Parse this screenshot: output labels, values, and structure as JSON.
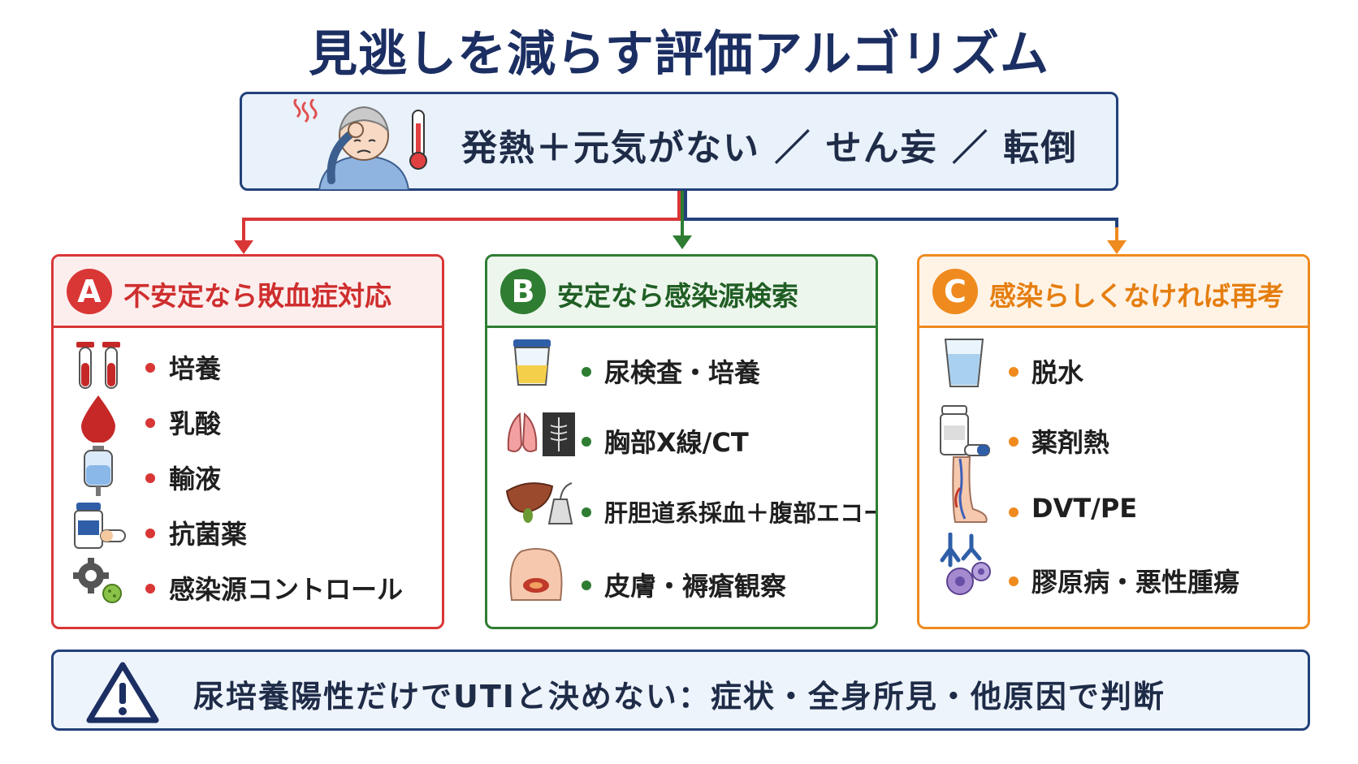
{
  "title": "見逃しを減らす評価アルゴリズム",
  "top": {
    "symptoms": "発熱＋元気がない ／ せん妄 ／ 転倒"
  },
  "cards": [
    {
      "badge": "A",
      "title": "不安定なら敗血症対応",
      "color": "#d93636",
      "items": [
        {
          "label": "培養",
          "icon": "blood-tubes-icon"
        },
        {
          "label": "乳酸",
          "icon": "blood-drop-icon"
        },
        {
          "label": "輸液",
          "icon": "iv-bag-icon"
        },
        {
          "label": "抗菌薬",
          "icon": "medicine-bottle-icon"
        },
        {
          "label": "感染源コントロール",
          "icon": "gear-bacteria-icon"
        }
      ]
    },
    {
      "badge": "B",
      "title": "安定なら感染源検索",
      "color": "#2e7d32",
      "items": [
        {
          "label": "尿検査・培養",
          "icon": "urine-cup-icon"
        },
        {
          "label": "胸部X線/CT",
          "icon": "lungs-xray-icon"
        },
        {
          "label": "肝胆道系採血＋腹部エコー",
          "icon": "liver-ultrasound-icon"
        },
        {
          "label": "皮膚・褥瘡観察",
          "icon": "skin-pressure-ulcer-icon"
        }
      ]
    },
    {
      "badge": "C",
      "title": "感染らしくなければ再考",
      "color": "#ef8a1e",
      "items": [
        {
          "label": "脱水",
          "icon": "water-glass-icon"
        },
        {
          "label": "薬剤熱",
          "icon": "pill-bottle-icon"
        },
        {
          "label": "DVT/PE",
          "icon": "leg-vein-icon"
        },
        {
          "label": "膠原病・悪性腫瘍",
          "icon": "antibody-cells-icon"
        }
      ]
    }
  ],
  "warning": {
    "text": "尿培養陽性だけでUTIと決めない：症状・全身所見・他原因で判断",
    "icon": "warning-triangle-icon"
  }
}
